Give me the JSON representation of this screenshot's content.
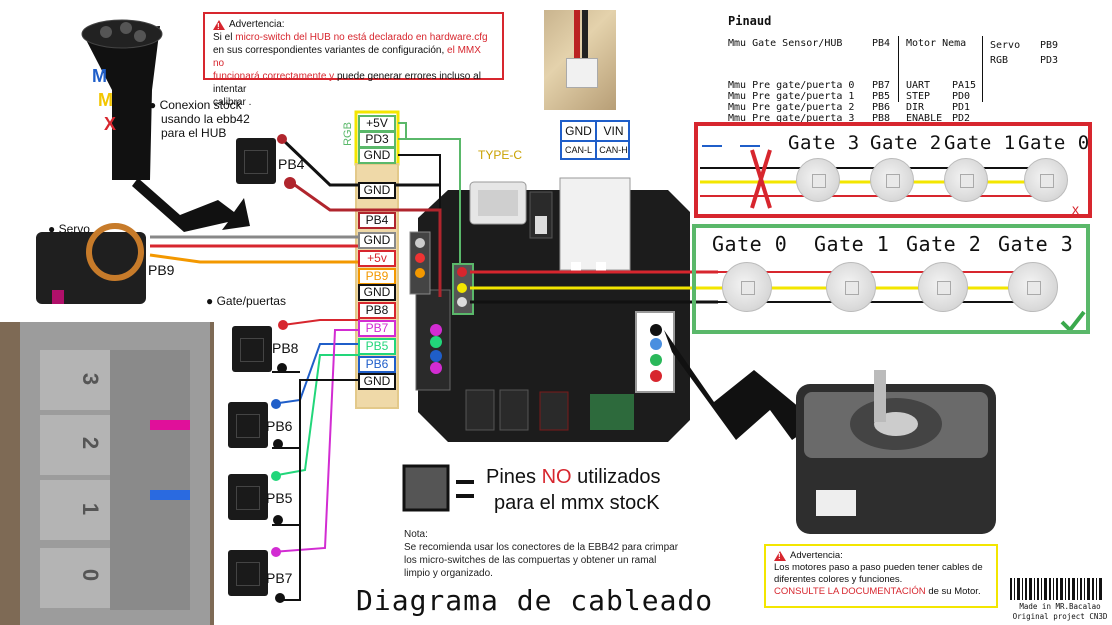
{
  "title": "Diagrama de cableado",
  "credit": {
    "line1": "Made in MR.Bacalao",
    "line2": "Original project CN3D"
  },
  "warning_top": {
    "title": "Advertencia:",
    "p1": "Si el",
    "p2": "micro-switch del HUB no está declarado en hardware.cfg",
    "p3": "en sus correspondientes variantes de configuración,",
    "p4": "el MMX no",
    "p5": "funcionará correctamente y",
    "p6": "puede generar errores incluso al intentar",
    "p7": "calibrar ."
  },
  "warning_bottom": {
    "title": "Advertencia:",
    "p1": "Los motores paso a paso pueden tener cables de",
    "p2": "diferentes colores y funciones.",
    "p3": "CONSULTE LA DOCUMENTACIÓN",
    "p4": "de su Motor."
  },
  "pinout": {
    "heading": "Pinaud",
    "hub": "Mmu Gate Sensor/HUB",
    "hub_pin": "PB4",
    "gates": [
      {
        "label": "Mmu Pre gate/puerta 0",
        "pin": "PB7"
      },
      {
        "label": "Mmu Pre gate/puerta 1",
        "pin": "PB5"
      },
      {
        "label": "Mmu Pre gate/puerta 2",
        "pin": "PB6"
      },
      {
        "label": "Mmu Pre gate/puerta 3",
        "pin": "PB8"
      }
    ],
    "motor_heading": "Motor Nema",
    "motor": [
      {
        "label": "UART",
        "pin": "PA15"
      },
      {
        "label": "STEP",
        "pin": "PD0"
      },
      {
        "label": "DIR",
        "pin": "PD1"
      },
      {
        "label": "ENABLE",
        "pin": "PD2"
      }
    ],
    "servo_label": "Servo",
    "servo_pin": "PB9",
    "rgb_label": "RGB",
    "rgb_pin": "PD3"
  },
  "labels": {
    "hub_note": [
      "Conexion stock",
      "usando la ebb42",
      "para el HUB"
    ],
    "servo": "Servo",
    "gate_switches": "Gate/puertas",
    "pb4": "PB4",
    "pb9": "PB9",
    "pb8": "PB8",
    "pb6": "PB6",
    "pb5": "PB5",
    "pb7": "PB7",
    "rgb": "RGB",
    "typec": "TYPE-C",
    "mmx": [
      "M",
      "M",
      "X"
    ]
  },
  "header_top": [
    "+5V",
    "PD3",
    "GND"
  ],
  "header_main": [
    "GND",
    "PB4",
    "GND",
    "+5v",
    "PB9",
    "GND",
    "PB8",
    "PB7",
    "PB5",
    "PB6",
    "GND"
  ],
  "can": {
    "gnd": "GND",
    "vin": "VIN",
    "canl": "CAN-L",
    "canh": "CAN-H"
  },
  "legend": {
    "line1a": "Pines",
    "no": "NO",
    "line1b": "utilizados",
    "line2": "para el mmx stocK"
  },
  "note": {
    "title": "Nota:",
    "lines": [
      "Se recomienda usar los conectores de la EBB42 para crimpar",
      "los micro-switches de las compuertas y obtener un ramal",
      "limpio y organizado."
    ]
  },
  "wrong_gates": [
    "Gate 3",
    "Gate 2",
    "Gate 1",
    "Gate 0"
  ],
  "right_gates": [
    "Gate 0",
    "Gate 1",
    "Gate 2",
    "Gate 3"
  ],
  "wrong_mark": "x",
  "colors": {
    "red": "#d7262e",
    "green": "#5ab86a",
    "yellow": "#f3e600",
    "board": "#1c1c1c"
  }
}
